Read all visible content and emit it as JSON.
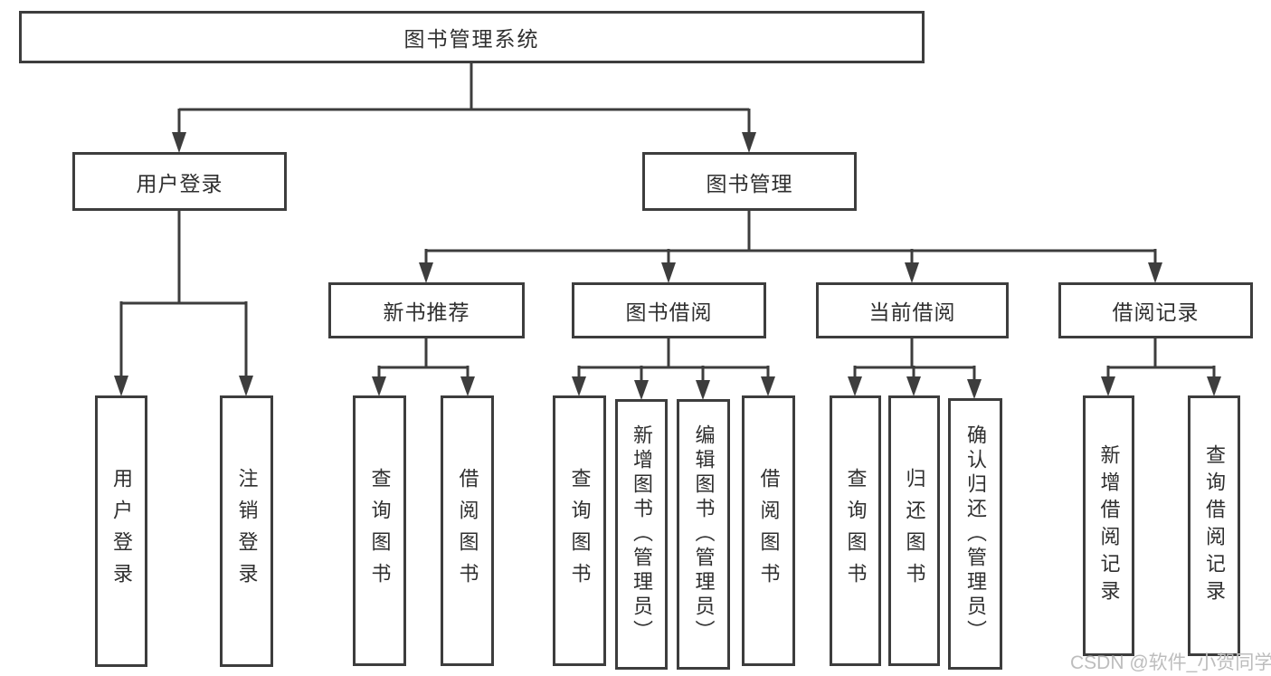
{
  "tree": {
    "label": "图书管理系统",
    "children": [
      {
        "label": "用户登录",
        "children": [
          {
            "label": "用户登录"
          },
          {
            "label": "注销登录"
          }
        ]
      },
      {
        "label": "图书管理",
        "children": [
          {
            "label": "新书推荐",
            "children": [
              {
                "label": "查询图书"
              },
              {
                "label": "借阅图书"
              }
            ]
          },
          {
            "label": "图书借阅",
            "children": [
              {
                "label": "查询图书"
              },
              {
                "label": "新增图书（管理员）"
              },
              {
                "label": "编辑图书（管理员）"
              },
              {
                "label": "借阅图书"
              }
            ]
          },
          {
            "label": "当前借阅",
            "children": [
              {
                "label": "查询图书"
              },
              {
                "label": "归还图书"
              },
              {
                "label": "确认归还（管理员）"
              }
            ]
          },
          {
            "label": "借阅记录",
            "children": [
              {
                "label": "新增借阅记录"
              },
              {
                "label": "查询借阅记录"
              }
            ]
          }
        ]
      }
    ]
  },
  "colors": {
    "line": "#3d3d3d",
    "box_border": "#3d3d3d",
    "text": "#2f2f2f",
    "watermark": "#bdbdbd"
  },
  "watermark": "CSDN @软件_小贺同学"
}
